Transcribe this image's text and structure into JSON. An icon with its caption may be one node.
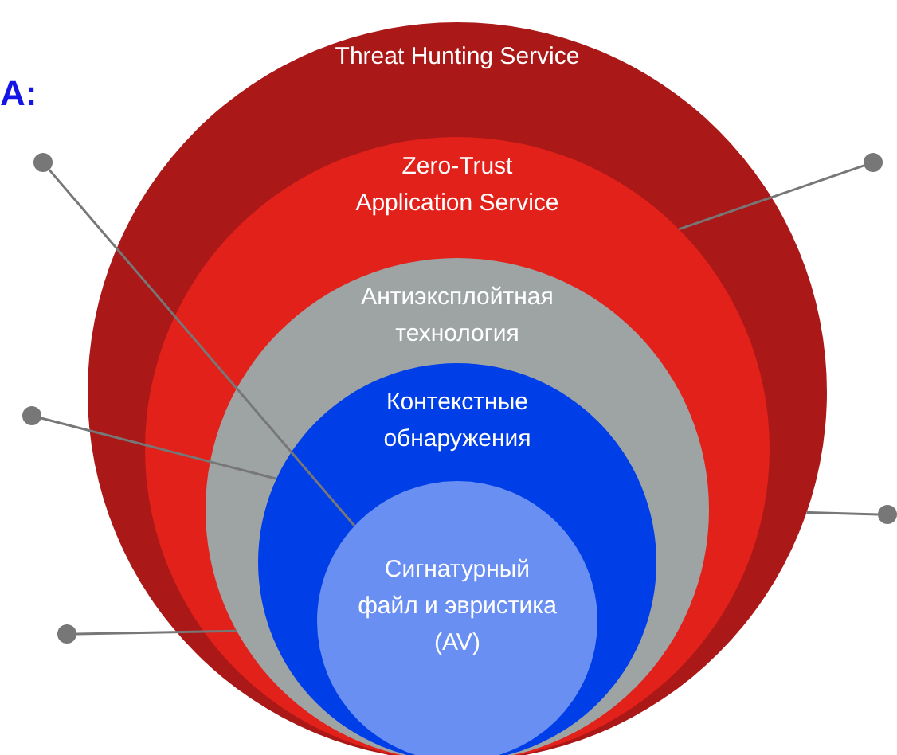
{
  "diagram": {
    "nodes": [
      {
        "text": [
          "Threat Hunting Service"
        ]
      },
      {
        "text": [
          "Zero-Trust Application Service"
        ],
        "in": 0
      },
      {
        "text": [
          "Антиэксплойтная технология"
        ],
        "in": 1
      },
      {
        "text": [
          "Контекстные обнаружения"
        ],
        "in": 2
      },
      {
        "text": [
          "Сигнатурный файл и эвристика (AV)"
        ],
        "in": 3
      },
      {
        "text": [],
        "shape": "circle"
      },
      {
        "text": [],
        "shape": "circle"
      },
      {
        "text": [],
        "shape": "circle"
      },
      {
        "text": [],
        "shape": "circle"
      },
      {
        "text": [],
        "shape": "circle"
      }
    ],
    "edges": [
      {
        "from": 5,
        "to": 4,
        "arrow": "none"
      },
      {
        "from": 6,
        "to": 1,
        "arrow": "none"
      },
      {
        "from": 7,
        "to": 3,
        "arrow": "none"
      },
      {
        "from": 8,
        "to": 0,
        "arrow": "none"
      },
      {
        "from": 9,
        "to": 2,
        "arrow": "none"
      }
    ],
    "labels": [
      "A:"
    ]
  }
}
